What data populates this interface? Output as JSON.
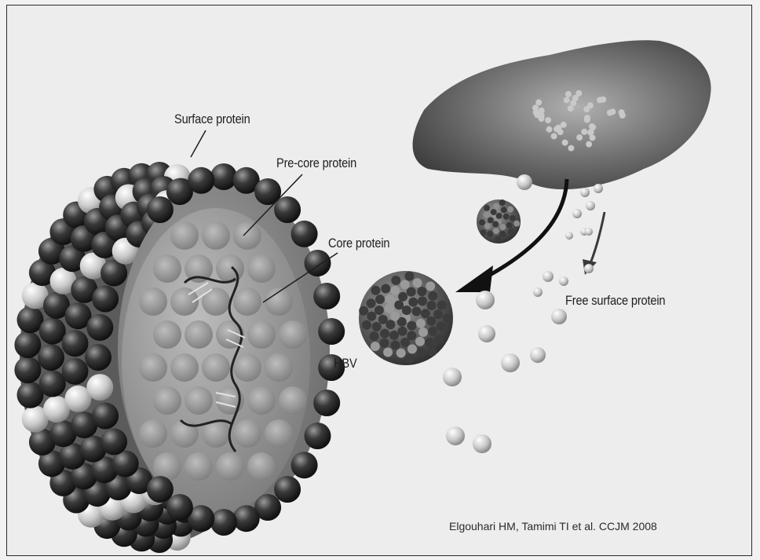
{
  "labels": {
    "surface_protein": "Surface protein",
    "precore_protein": "Pre-core protein",
    "core_protein": "Core protein",
    "free_surface_protein": "Free surface protein",
    "hbv": "HBV"
  },
  "citation": "Elgouhari HM, Tamimi TI et al. CCJM 2008",
  "colors": {
    "background": "#ededed",
    "frame": "#2a2a2a",
    "shell_sphere": "#2b2b2b",
    "liver": "#6f6f6f",
    "core": "#8a8a8a"
  }
}
